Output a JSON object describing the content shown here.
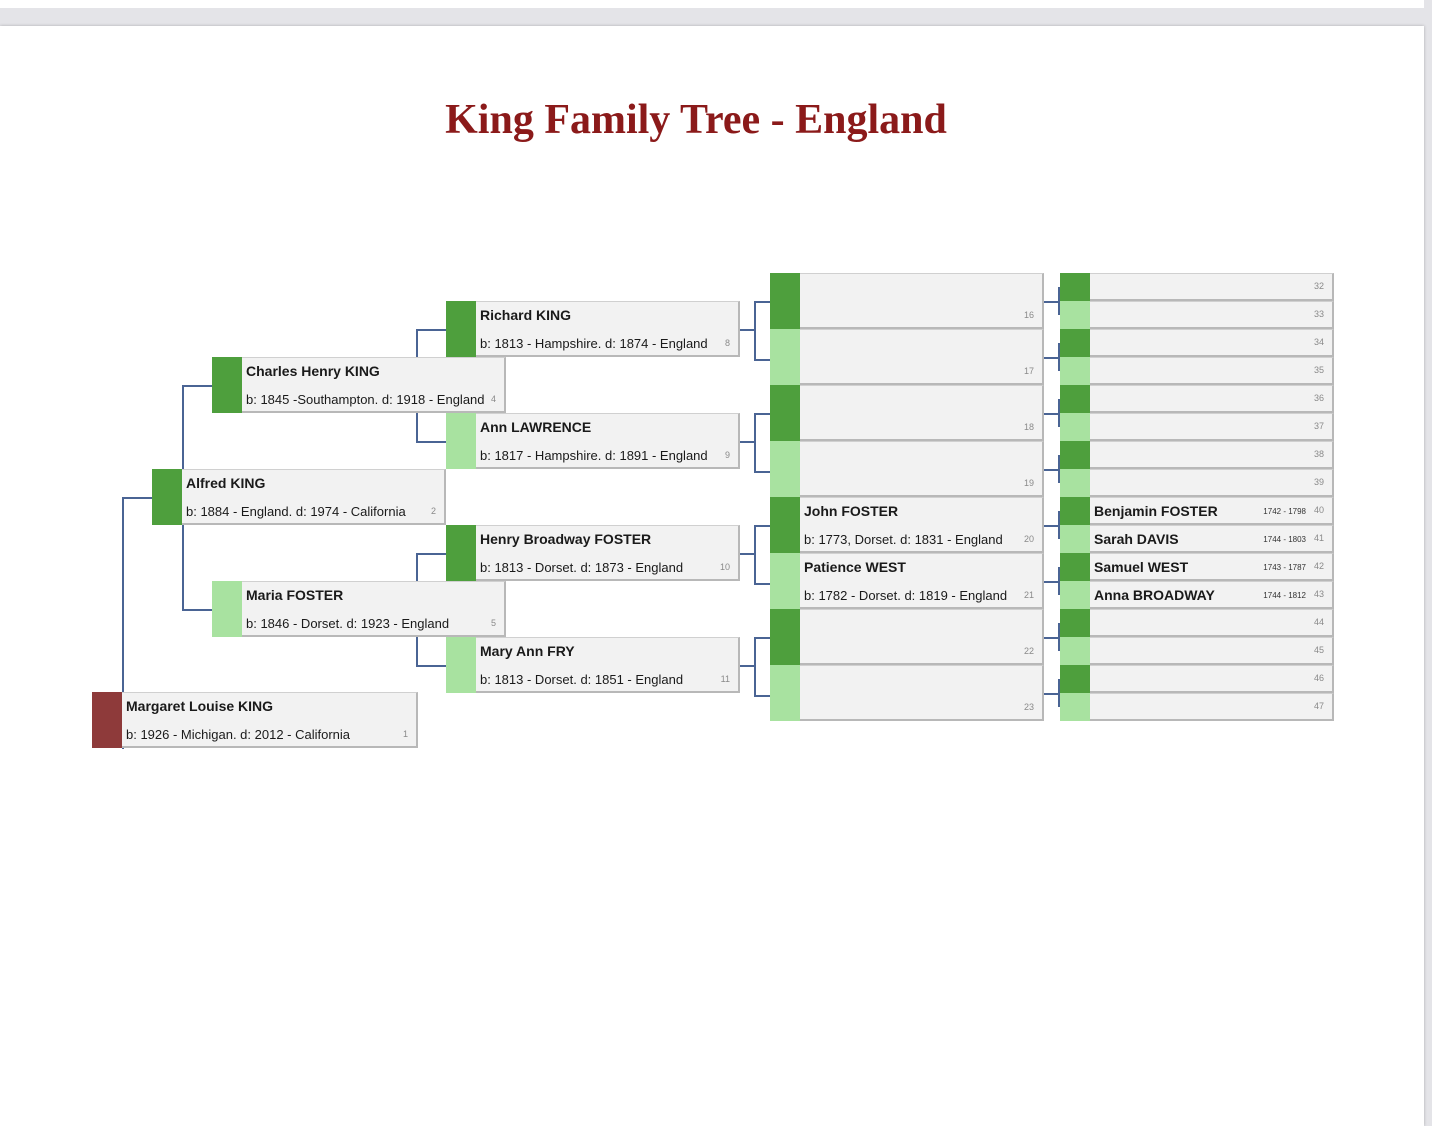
{
  "title": "King Family Tree - England",
  "colors": {
    "title": "#8b1a1a",
    "root": "#8e3a3a",
    "dark_green": "#4e9f3d",
    "light_green": "#a8e2a0",
    "connector": "#4a6494",
    "panel": "#f2f2f2"
  },
  "people": {
    "p1": {
      "name": "Margaret Louise KING",
      "line": "b: 1926 - Michigan. d: 2012 - California",
      "num": "1"
    },
    "p2": {
      "name": "Alfred KING",
      "line": "b: 1884 - England. d: 1974 - California",
      "num": "2"
    },
    "p4": {
      "name": "Charles Henry KING",
      "line": "b: 1845 -Southampton. d: 1918 - England",
      "num": "4"
    },
    "p5": {
      "name": "Maria FOSTER",
      "line": "b: 1846 - Dorset. d: 1923 - England",
      "num": "5"
    },
    "p8": {
      "name": "Richard KING",
      "line": "b: 1813 - Hampshire. d: 1874 - England",
      "num": "8"
    },
    "p9": {
      "name": "Ann LAWRENCE",
      "line": "b: 1817 - Hampshire. d: 1891 - England",
      "num": "9"
    },
    "p10": {
      "name": "Henry Broadway FOSTER",
      "line": "b: 1813 - Dorset. d: 1873 - England",
      "num": "10"
    },
    "p11": {
      "name": "Mary Ann FRY",
      "line": "b: 1813 - Dorset. d: 1851 - England",
      "num": "11"
    },
    "p16": {
      "name": "",
      "line": "",
      "num": "16"
    },
    "p17": {
      "name": "",
      "line": "",
      "num": "17"
    },
    "p18": {
      "name": "",
      "line": "",
      "num": "18"
    },
    "p19": {
      "name": "",
      "line": "",
      "num": "19"
    },
    "p20": {
      "name": "John FOSTER",
      "line": "b: 1773, Dorset. d: 1831 - England",
      "num": "20"
    },
    "p21": {
      "name": "Patience WEST",
      "line": "b: 1782 - Dorset. d: 1819 - England",
      "num": "21"
    },
    "p22": {
      "name": "",
      "line": "",
      "num": "22"
    },
    "p23": {
      "name": "",
      "line": "",
      "num": "23"
    },
    "p32": {
      "name": "",
      "years": "",
      "num": "32"
    },
    "p33": {
      "name": "",
      "years": "",
      "num": "33"
    },
    "p34": {
      "name": "",
      "years": "",
      "num": "34"
    },
    "p35": {
      "name": "",
      "years": "",
      "num": "35"
    },
    "p36": {
      "name": "",
      "years": "",
      "num": "36"
    },
    "p37": {
      "name": "",
      "years": "",
      "num": "37"
    },
    "p38": {
      "name": "",
      "years": "",
      "num": "38"
    },
    "p39": {
      "name": "",
      "years": "",
      "num": "39"
    },
    "p40": {
      "name": "Benjamin FOSTER",
      "years": "1742 - 1798",
      "num": "40"
    },
    "p41": {
      "name": "Sarah DAVIS",
      "years": "1744 - 1803",
      "num": "41"
    },
    "p42": {
      "name": "Samuel WEST",
      "years": "1743 - 1787",
      "num": "42"
    },
    "p43": {
      "name": "Anna BROADWAY",
      "years": "1744 - 1812",
      "num": "43"
    },
    "p44": {
      "name": "",
      "years": "",
      "num": "44"
    },
    "p45": {
      "name": "",
      "years": "",
      "num": "45"
    },
    "p46": {
      "name": "",
      "years": "",
      "num": "46"
    },
    "p47": {
      "name": "",
      "years": "",
      "num": "47"
    }
  }
}
